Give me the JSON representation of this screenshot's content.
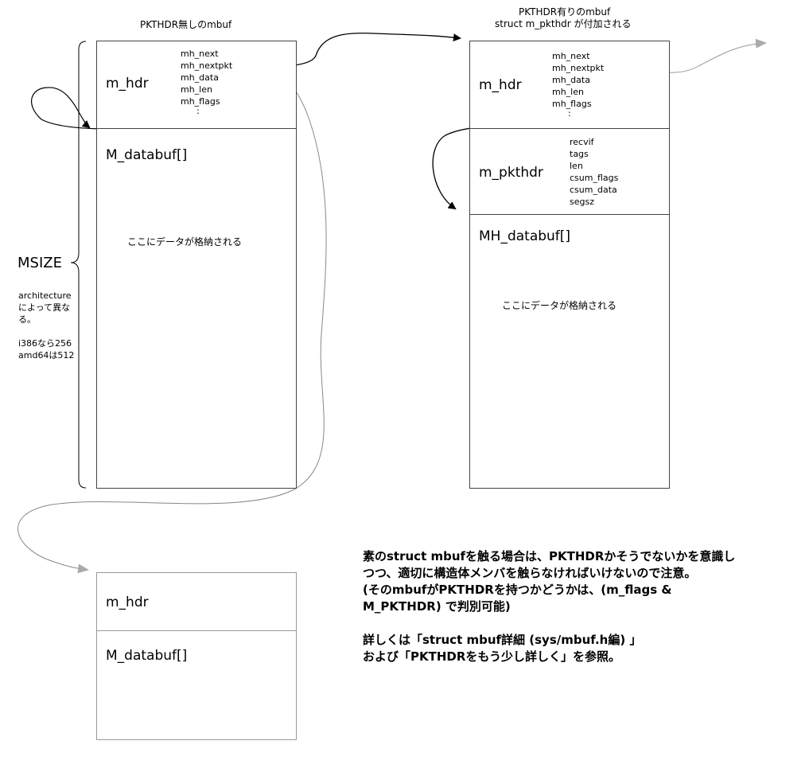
{
  "left": {
    "title": "PKTHDR無しのmbuf",
    "m_hdr_label": "m_hdr",
    "fields": [
      "mh_next",
      "mh_nextpkt",
      "mh_data",
      "mh_len",
      "mh_flags",
      ":"
    ],
    "databuf_label": "M_databuf[]",
    "data_note": "ここにデータが格納される"
  },
  "right": {
    "title_line1": "PKTHDR有りのmbuf",
    "title_line2": "struct m_pkthdr が付加される",
    "m_hdr_label": "m_hdr",
    "fields": [
      "mh_next",
      "mh_nextpkt",
      "mh_data",
      "mh_len",
      "mh_flags",
      ":"
    ],
    "pkthdr_label": "m_pkthdr",
    "pkthdr_fields": [
      "recvif",
      "tags",
      "len",
      "csum_flags",
      "csum_data",
      "segsz"
    ],
    "databuf_label": "MH_databuf[]",
    "data_note": "ここにデータが格納される"
  },
  "bottom": {
    "m_hdr_label": "m_hdr",
    "databuf_label": "M_databuf[]"
  },
  "msize": {
    "label": "MSIZE",
    "desc_lines": [
      "architecture",
      "によって異な",
      "る。",
      "",
      "i386なら256",
      "amd64は512"
    ]
  },
  "note": {
    "lines": [
      "素のstruct mbufを触る場合は、PKTHDRかそうでないかを意識し",
      "つつ、適切に構造体メンバを触らなければいけないので注意。",
      "(そのmbufがPKTHDRを持つかどうかは、(m_flags &",
      "M_PKTHDR) で判別可能)",
      "",
      "詳しくは「struct mbuf詳細 (sys/mbuf.h編) 」",
      "および「PKTHDRをもう少し詳しく」を参照。"
    ]
  },
  "colors": {
    "line": "#000000",
    "grey_line": "#999999",
    "border": "#444444"
  }
}
